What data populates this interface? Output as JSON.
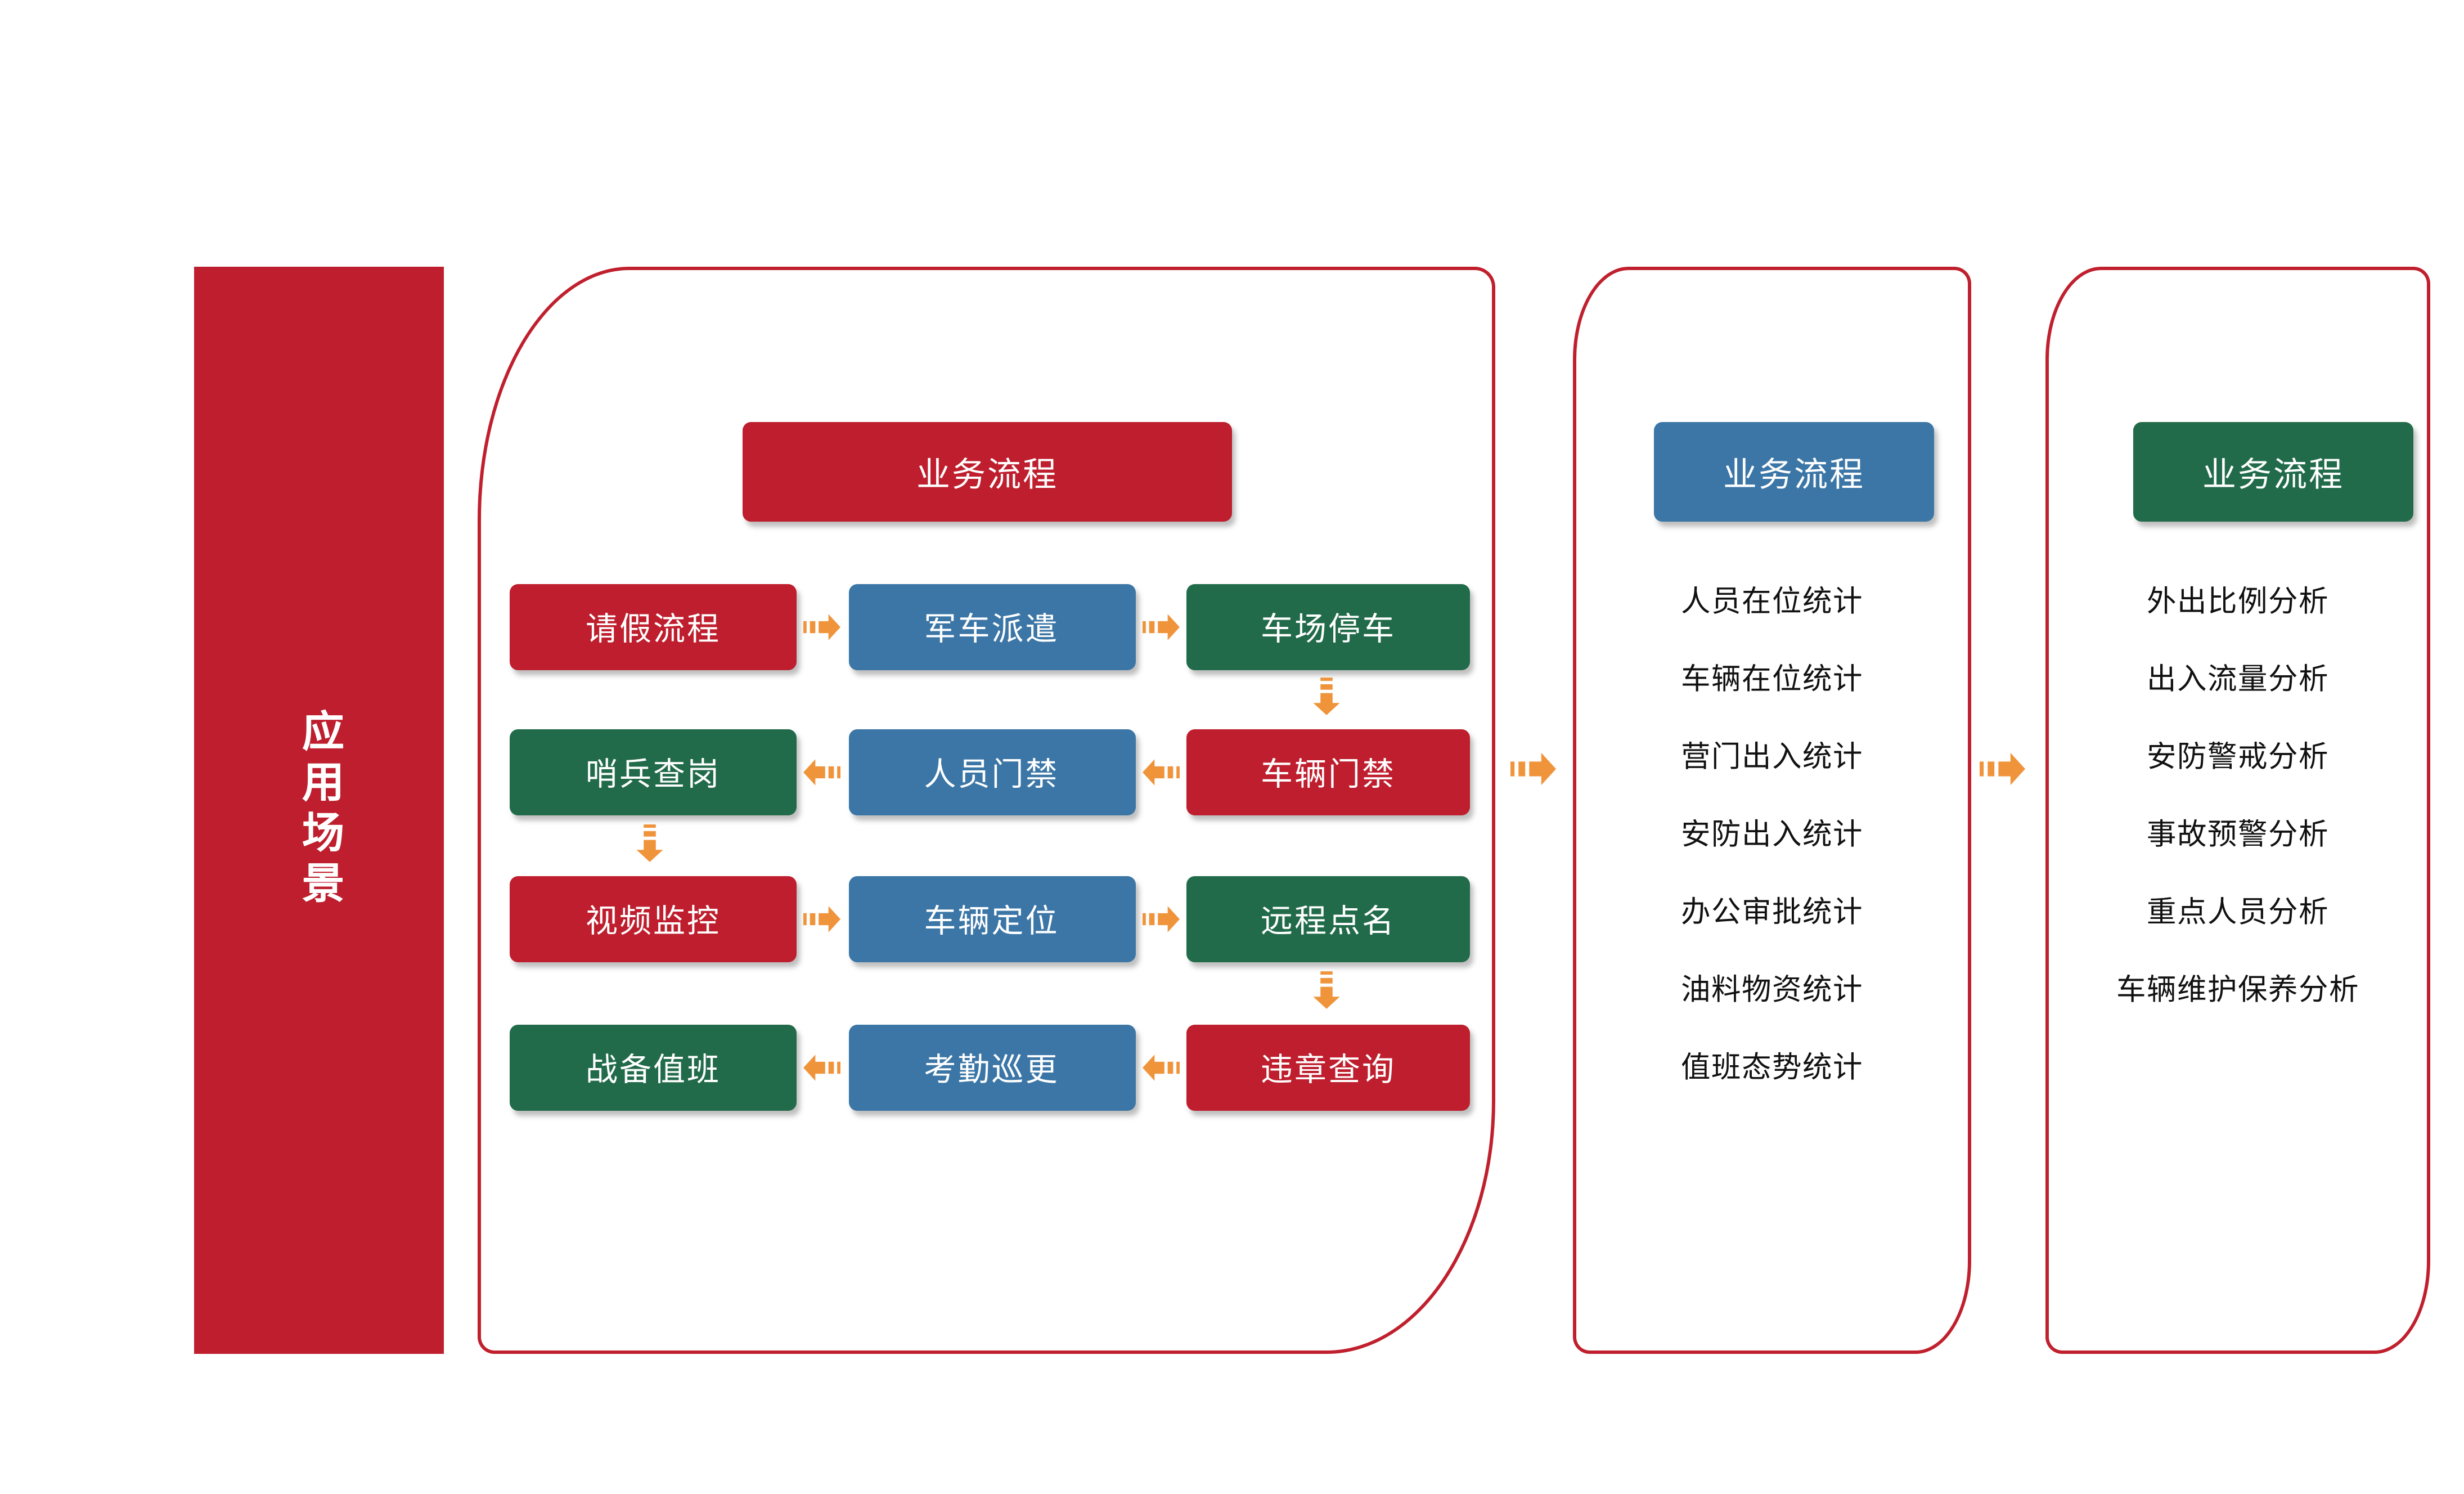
{
  "colors": {
    "red": "#BE1E2D",
    "blue": "#3B76A6",
    "green": "#216B4A",
    "panel_border": "#C0202D",
    "arrow_orange": "#F0943C",
    "text_dark": "#111111",
    "text_light": "#ffffff"
  },
  "sidebar": {
    "label": "应用场景"
  },
  "flow": {
    "title": "业务流程",
    "rows": [
      {
        "direction": "right",
        "boxes": [
          {
            "label": "请假流程",
            "color": "red"
          },
          {
            "label": "军车派遣",
            "color": "blue"
          },
          {
            "label": "车场停车",
            "color": "green"
          }
        ]
      },
      {
        "direction": "left",
        "boxes": [
          {
            "label": "哨兵查岗",
            "color": "green"
          },
          {
            "label": "人员门禁",
            "color": "blue"
          },
          {
            "label": "车辆门禁",
            "color": "red"
          }
        ]
      },
      {
        "direction": "right",
        "boxes": [
          {
            "label": "视频监控",
            "color": "red"
          },
          {
            "label": "车辆定位",
            "color": "blue"
          },
          {
            "label": "远程点名",
            "color": "green"
          }
        ]
      },
      {
        "direction": "left",
        "boxes": [
          {
            "label": "战备值班",
            "color": "green"
          },
          {
            "label": "考勤巡更",
            "color": "blue"
          },
          {
            "label": "违章查询",
            "color": "red"
          }
        ]
      }
    ]
  },
  "stats_panel": {
    "title": "业务流程",
    "items": [
      "人员在位统计",
      "车辆在位统计",
      "营门出入统计",
      "安防出入统计",
      "办公审批统计",
      "油料物资统计",
      "值班态势统计"
    ]
  },
  "analysis_panel": {
    "title": "业务流程",
    "items": [
      "外出比例分析",
      "出入流量分析",
      "安防警戒分析",
      "事故预警分析",
      "重点人员分析",
      "车辆维护保养分析"
    ]
  }
}
